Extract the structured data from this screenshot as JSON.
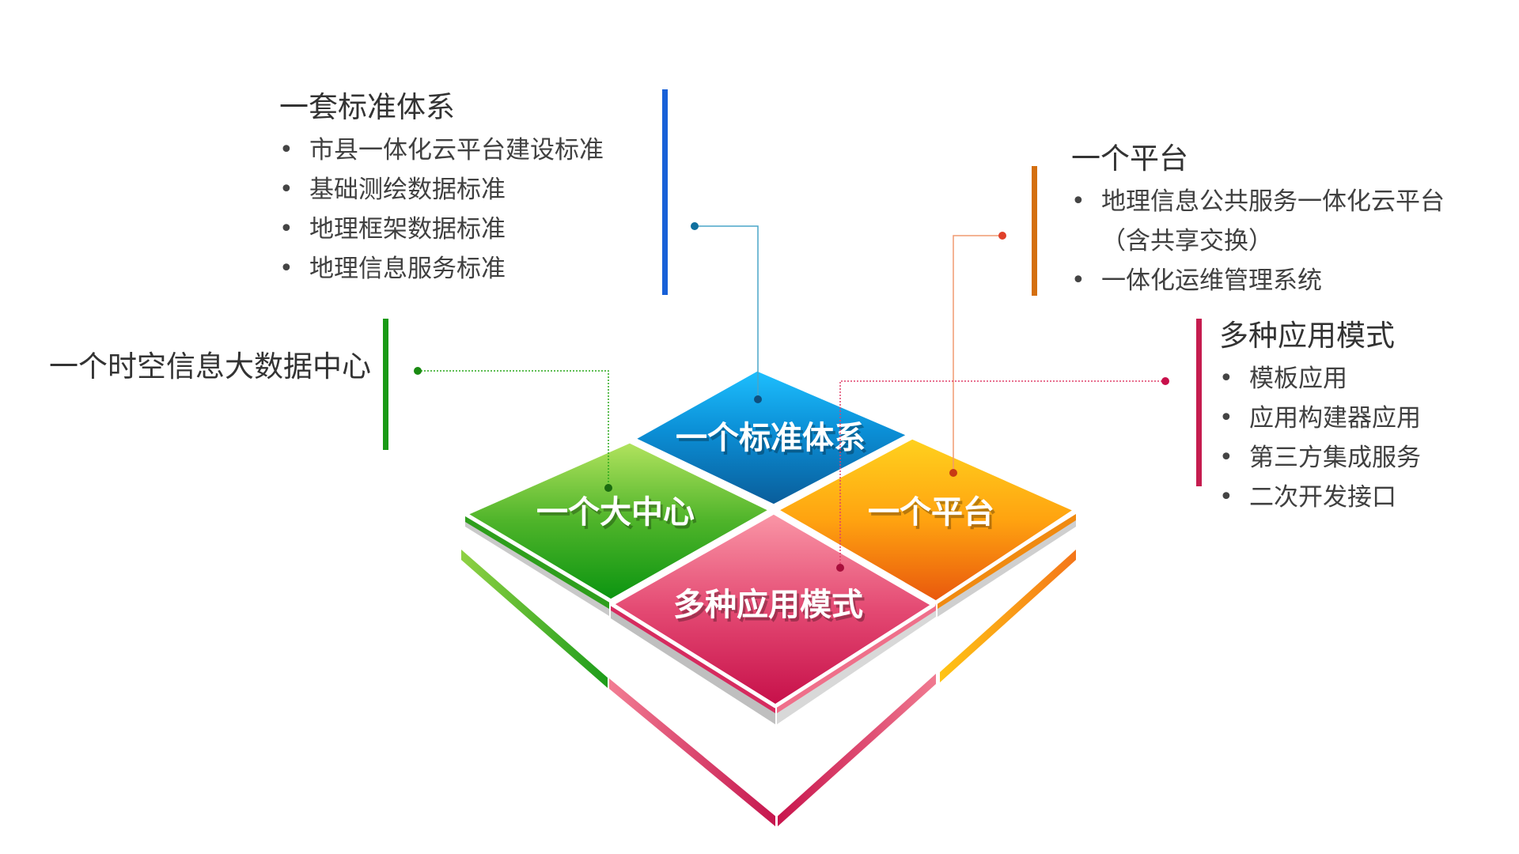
{
  "tiles": {
    "top": {
      "label": "一个标准体系",
      "color_light": "#16b6f2",
      "color_dark": "#0a5f9e"
    },
    "left": {
      "label": "一个大中心",
      "color_light": "#a6dc4f",
      "color_dark": "#0f9a14"
    },
    "right": {
      "label": "一个平台",
      "color_light": "#ffcc1a",
      "color_dark": "#e9580c"
    },
    "bottom": {
      "label": "多种应用模式",
      "color_light": "#f58aa0",
      "color_dark": "#c8104b"
    }
  },
  "standard": {
    "heading": "一套标准体系",
    "accent": "#1760d8",
    "items": [
      {
        "text": "市县一体化云平台建设标准"
      },
      {
        "text": "基础测绘数据标准"
      },
      {
        "text": "地理框架数据标准"
      },
      {
        "text": "地理信息服务标准"
      }
    ]
  },
  "platform": {
    "heading": "一个平台",
    "accent": "#d46f0f",
    "items": [
      {
        "text": "地理信息公共服务一体化云平台",
        "cont": "（含共享交换）"
      },
      {
        "text": "一体化运维管理系统"
      }
    ]
  },
  "apps": {
    "heading": "多种应用模式",
    "accent": "#c51c4f",
    "items": [
      {
        "text": "模板应用"
      },
      {
        "text": "应用构建器应用"
      },
      {
        "text": "第三方集成服务"
      },
      {
        "text": "二次开发接口"
      }
    ]
  },
  "center": {
    "heading": "一个时空信息大数据中心",
    "accent": "#1a9a16"
  },
  "bullet": "•"
}
